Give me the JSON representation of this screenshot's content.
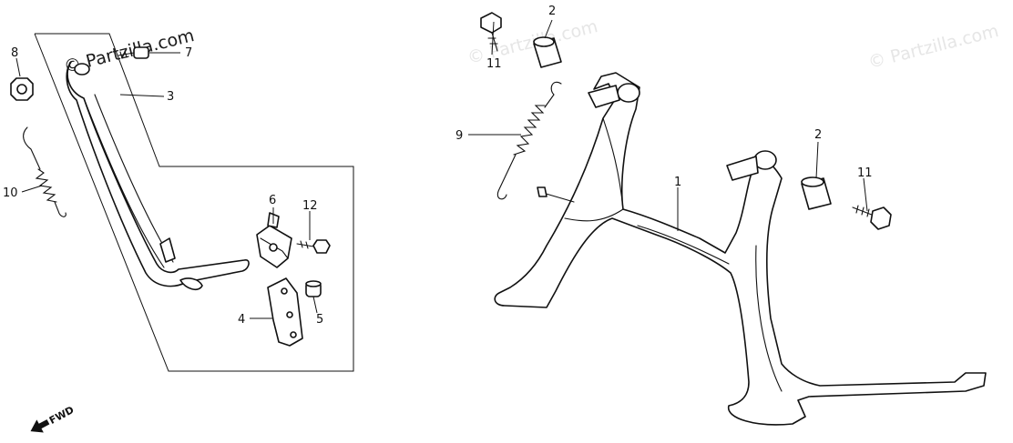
{
  "watermarks": {
    "primary": "© Partzilla.com",
    "faint_center": "© Partzilla.com",
    "faint_right": "© Partzilla.com"
  },
  "direction": {
    "label": "FWD"
  },
  "callouts": {
    "c1": "1",
    "c2a": "2",
    "c2b": "2",
    "c3": "3",
    "c4": "4",
    "c5": "5",
    "c6": "6",
    "c7": "7",
    "c8": "8",
    "c9": "9",
    "c10": "10",
    "c11a": "11",
    "c11b": "11",
    "c12": "12"
  },
  "colors": {
    "ink": "#111111",
    "watermark": "#e6e6e6",
    "background": "#ffffff"
  }
}
